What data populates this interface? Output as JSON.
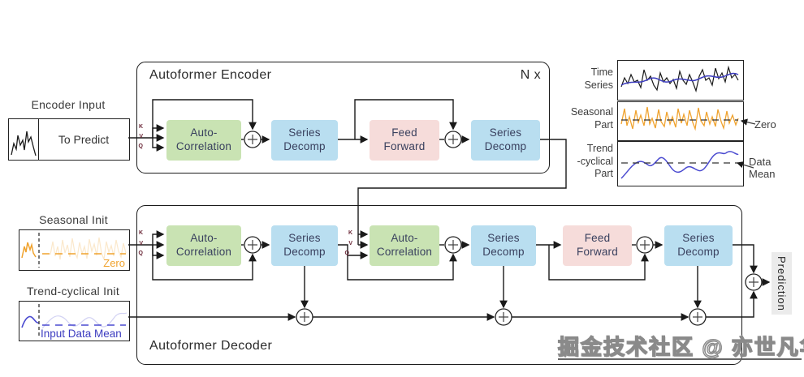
{
  "encoder_input": {
    "label": "Encoder Input",
    "value": "To Predict"
  },
  "encoder": {
    "title": "Autoformer Encoder",
    "repeat": "N x",
    "kvq": {
      "k": "K",
      "v": "V",
      "q": "Q"
    },
    "blocks": [
      {
        "id": "enc-auto-correlation",
        "label": "Auto-\nCorrelation"
      },
      {
        "id": "enc-series-decomp-1",
        "label": "Series\nDecomp"
      },
      {
        "id": "enc-feed-forward",
        "label": "Feed\nForward"
      },
      {
        "id": "enc-series-decomp-2",
        "label": "Series\nDecomp"
      }
    ]
  },
  "decoder": {
    "title": "Autoformer Decoder",
    "kvq1": {
      "k": "K",
      "v": "V",
      "q": "Q"
    },
    "kvq2": {
      "k": "K",
      "v": "V",
      "q": "Q"
    },
    "blocks": [
      {
        "id": "dec-auto-correlation-1",
        "label": "Auto-\nCorrelation"
      },
      {
        "id": "dec-series-decomp-1",
        "label": "Series\nDecomp"
      },
      {
        "id": "dec-auto-correlation-2",
        "label": "Auto-\nCorrelation"
      },
      {
        "id": "dec-series-decomp-2",
        "label": "Series\nDecomp"
      },
      {
        "id": "dec-feed-forward",
        "label": "Feed\nForward"
      },
      {
        "id": "dec-series-decomp-3",
        "label": "Series\nDecomp"
      }
    ],
    "output": "Prediction"
  },
  "decoder_inputs": {
    "seasonal_init": {
      "label": "Seasonal Init",
      "annotation": "Zero"
    },
    "trend_init": {
      "label": "Trend-cyclical Init",
      "annotation": "Input Data Mean"
    }
  },
  "decomposition_panel": {
    "time_series": "Time\nSeries",
    "seasonal": "Seasonal\nPart",
    "trend": "Trend\n-cyclical\nPart",
    "zero": "Zero",
    "data_mean": "Data\nMean"
  },
  "watermark": "掘金技术社区 @ 亦世凡华",
  "colors": {
    "auto_correlation": "#c9e3b3",
    "series_decomp": "#b9def0",
    "feed_forward": "#f6dcda",
    "seasonal_series": "#f0a32f",
    "trend_series": "#4a4ad0",
    "prediction_bg": "#ebebeb"
  }
}
